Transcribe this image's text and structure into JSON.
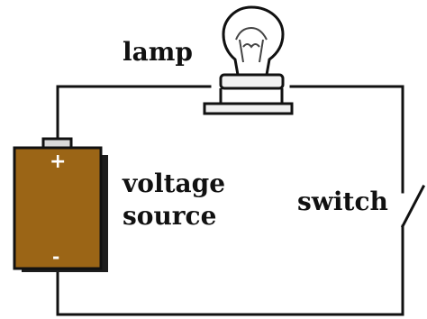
{
  "labels": {
    "lamp": "lamp",
    "voltage_line_1": "voltage",
    "voltage_line_2": "source",
    "switch": "switch"
  },
  "battery": {
    "positive_symbol": "+",
    "negative_symbol": "-"
  },
  "colors": {
    "wire": "#111111",
    "battery_fill": "#9b6516",
    "battery_shadow": "#1d1d1d",
    "lamp_base": "#f1f1f1",
    "background": "#ffffff"
  }
}
